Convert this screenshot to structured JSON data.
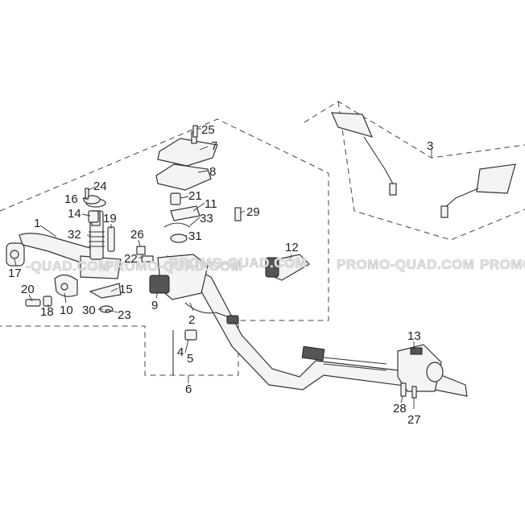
{
  "watermark": {
    "text_1": "-QUAD.COM",
    "text_2": "PROMO-QUAD.COM",
    "text_3": "PROMO-QUAD.COM",
    "text_4": "PROMO-QUAD.COM",
    "text_5": "PROMO"
  },
  "callouts": {
    "c1": "1",
    "c2": "2",
    "c3": "3",
    "c4": "4",
    "c5": "5",
    "c6": "6",
    "c7": "7",
    "c8": "8",
    "c9": "9",
    "c10": "10",
    "c11": "11",
    "c12": "12",
    "c13": "13",
    "c14": "14",
    "c15": "15",
    "c16": "16",
    "c17": "17",
    "c18": "18",
    "c19": "19",
    "c20": "20",
    "c21": "21",
    "c22": "22",
    "c23": "23",
    "c24": "24",
    "c25": "25",
    "c26": "26",
    "c27": "27",
    "c28": "28",
    "c29": "29",
    "c30": "30",
    "c31": "31",
    "c32": "32",
    "c33": "33"
  }
}
